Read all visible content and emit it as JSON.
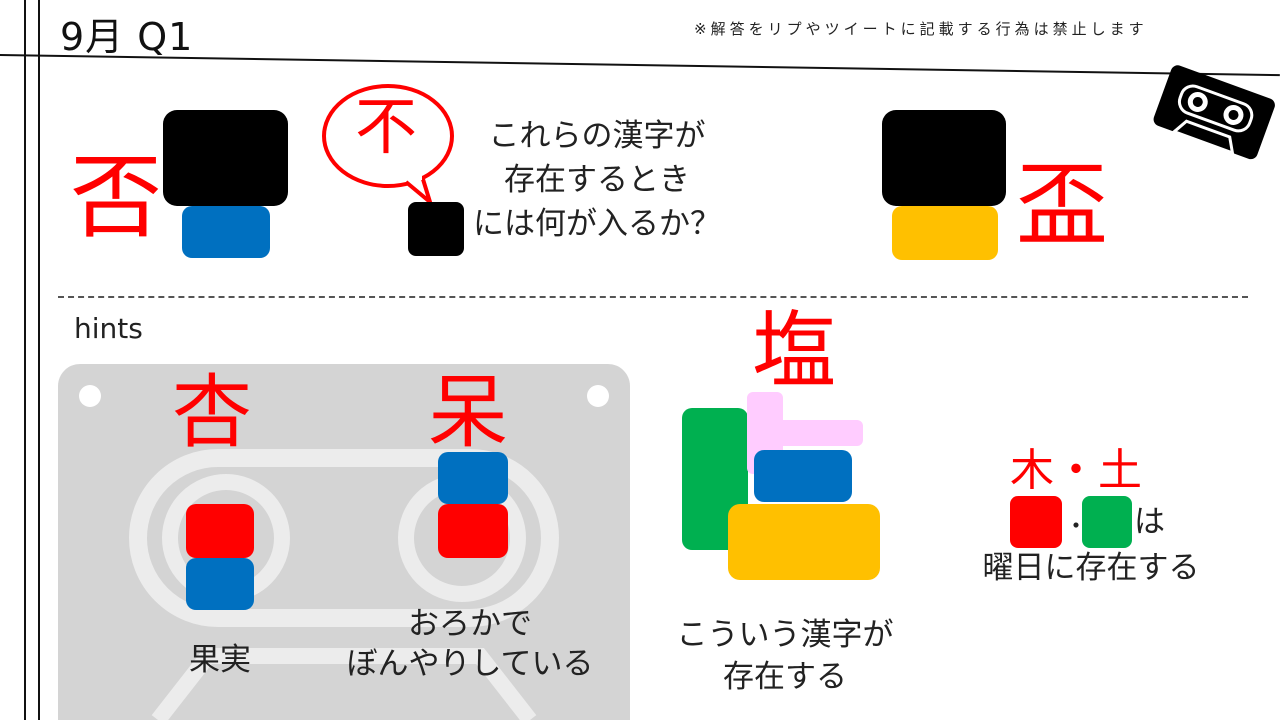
{
  "header": {
    "title": "9月  Q1",
    "notice": "※解答をリプやツイートに記載する行為は禁止します"
  },
  "question": {
    "left_kanji": "否",
    "right_kanji": "盃",
    "bubble_kanji": "不",
    "text_lines": [
      "これらの漢字が",
      "存在するとき",
      "には何が入るか？"
    ]
  },
  "hints": {
    "label": "hints",
    "hint1": {
      "kanji": "杏",
      "caption": "果実"
    },
    "hint2": {
      "kanji": "呆",
      "caption_lines": [
        "おろかで",
        "ぼんやりしている"
      ]
    },
    "hint3": {
      "kanji": "塩",
      "caption_lines": [
        "こういう漢字が",
        "存在する"
      ]
    },
    "hint4": {
      "kanji": "木・土",
      "dot": "・",
      "suffix": "は",
      "caption": "曜日に存在する"
    }
  },
  "colors": {
    "accent_red": "#ff0000",
    "blue": "#0070c0",
    "yellow": "#ffc000",
    "green": "#00b050",
    "pink": "#ffccff",
    "black": "#000000",
    "tape_gray": "#d4d4d4"
  },
  "icons": {
    "corner": "cassette-tape-icon",
    "background": "cassette-tape-silhouette"
  }
}
